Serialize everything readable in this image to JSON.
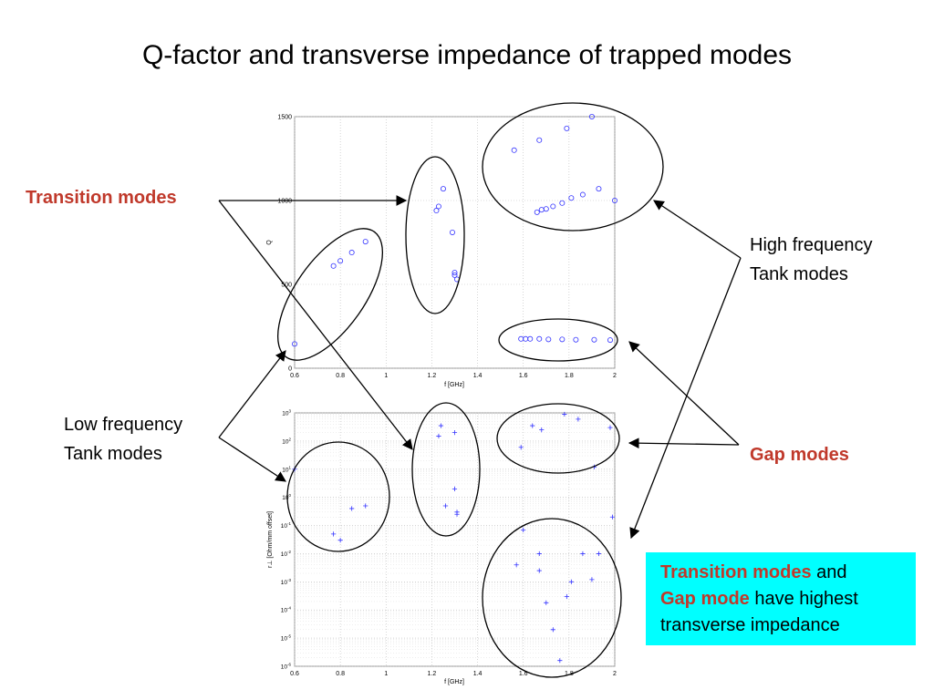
{
  "slide": {
    "title": "Q-factor and transverse impedance of trapped modes",
    "labels": {
      "transition": "Transition modes",
      "high_freq_line1": "High frequency",
      "high_freq_line2": "Tank modes",
      "low_freq_line1": "Low frequency",
      "low_freq_line2": "Tank modes",
      "gap": "Gap modes"
    },
    "callout": {
      "part1": "Transition modes",
      "part2": " and",
      "part3": "Gap mode",
      "part4": " have highest",
      "part5": "transverse impedance"
    },
    "colors": {
      "accent": "#c0392b",
      "callout_bg": "#00ffff",
      "marker": "#3333ff"
    }
  },
  "chart_data": [
    {
      "type": "scatter",
      "xlabel": "f [GHz]",
      "ylabel": "Q",
      "xlim": [
        0.6,
        2.0
      ],
      "ylim": [
        0,
        1500
      ],
      "xticks": [
        0.6,
        0.8,
        1,
        1.2,
        1.4,
        1.6,
        1.8,
        2
      ],
      "yticks": [
        0,
        500,
        1000,
        1500
      ],
      "grid": true,
      "marker": "circle",
      "points": [
        [
          0.6,
          145
        ],
        [
          0.77,
          610
        ],
        [
          0.8,
          640
        ],
        [
          0.85,
          690
        ],
        [
          0.91,
          755
        ],
        [
          1.22,
          940
        ],
        [
          1.23,
          965
        ],
        [
          1.25,
          1070
        ],
        [
          1.29,
          810
        ],
        [
          1.3,
          570
        ],
        [
          1.3,
          555
        ],
        [
          1.31,
          530
        ],
        [
          1.56,
          1300
        ],
        [
          1.67,
          1360
        ],
        [
          1.79,
          1430
        ],
        [
          1.9,
          1500
        ],
        [
          1.66,
          930
        ],
        [
          1.68,
          945
        ],
        [
          1.7,
          950
        ],
        [
          1.73,
          965
        ],
        [
          1.77,
          985
        ],
        [
          1.81,
          1015
        ],
        [
          1.86,
          1035
        ],
        [
          1.93,
          1070
        ],
        [
          2.0,
          1000
        ],
        [
          1.59,
          175
        ],
        [
          1.61,
          175
        ],
        [
          1.63,
          175
        ],
        [
          1.67,
          175
        ],
        [
          1.71,
          172
        ],
        [
          1.77,
          172
        ],
        [
          1.83,
          170
        ],
        [
          1.91,
          170
        ],
        [
          1.98,
          168
        ]
      ]
    },
    {
      "type": "scatter",
      "xlabel": "f [GHz]",
      "ylabel": "r⊥ [Ohm/mm offset]",
      "xlim": [
        0.6,
        2.0
      ],
      "ylim_log10": [
        -6,
        3
      ],
      "xticks": [
        0.6,
        0.8,
        1,
        1.2,
        1.4,
        1.6,
        1.8,
        2
      ],
      "ytick_exponents": [
        -6,
        -5,
        -4,
        -3,
        -2,
        -1,
        0,
        1,
        2,
        3
      ],
      "yscale": "log",
      "grid": true,
      "marker": "plus",
      "points": [
        [
          0.6,
          10
        ],
        [
          0.77,
          0.05
        ],
        [
          0.8,
          0.03
        ],
        [
          0.85,
          0.4
        ],
        [
          0.91,
          0.5
        ],
        [
          1.23,
          150
        ],
        [
          1.24,
          350
        ],
        [
          1.26,
          0.5
        ],
        [
          1.3,
          200
        ],
        [
          1.3,
          2
        ],
        [
          1.31,
          0.3
        ],
        [
          1.31,
          0.25
        ],
        [
          1.59,
          60
        ],
        [
          1.64,
          350
        ],
        [
          1.68,
          250
        ],
        [
          1.78,
          900
        ],
        [
          1.84,
          600
        ],
        [
          1.98,
          300
        ],
        [
          1.91,
          12
        ],
        [
          1.6,
          0.07
        ],
        [
          1.57,
          0.004
        ],
        [
          1.67,
          0.01
        ],
        [
          1.67,
          0.0025
        ],
        [
          1.7,
          0.00018
        ],
        [
          1.73,
          2e-05
        ],
        [
          1.76,
          1.6e-06
        ],
        [
          1.79,
          0.0003
        ],
        [
          1.81,
          0.001
        ],
        [
          1.86,
          0.01
        ],
        [
          1.9,
          0.0012
        ],
        [
          1.93,
          0.01
        ],
        [
          1.99,
          0.2
        ]
      ]
    }
  ]
}
